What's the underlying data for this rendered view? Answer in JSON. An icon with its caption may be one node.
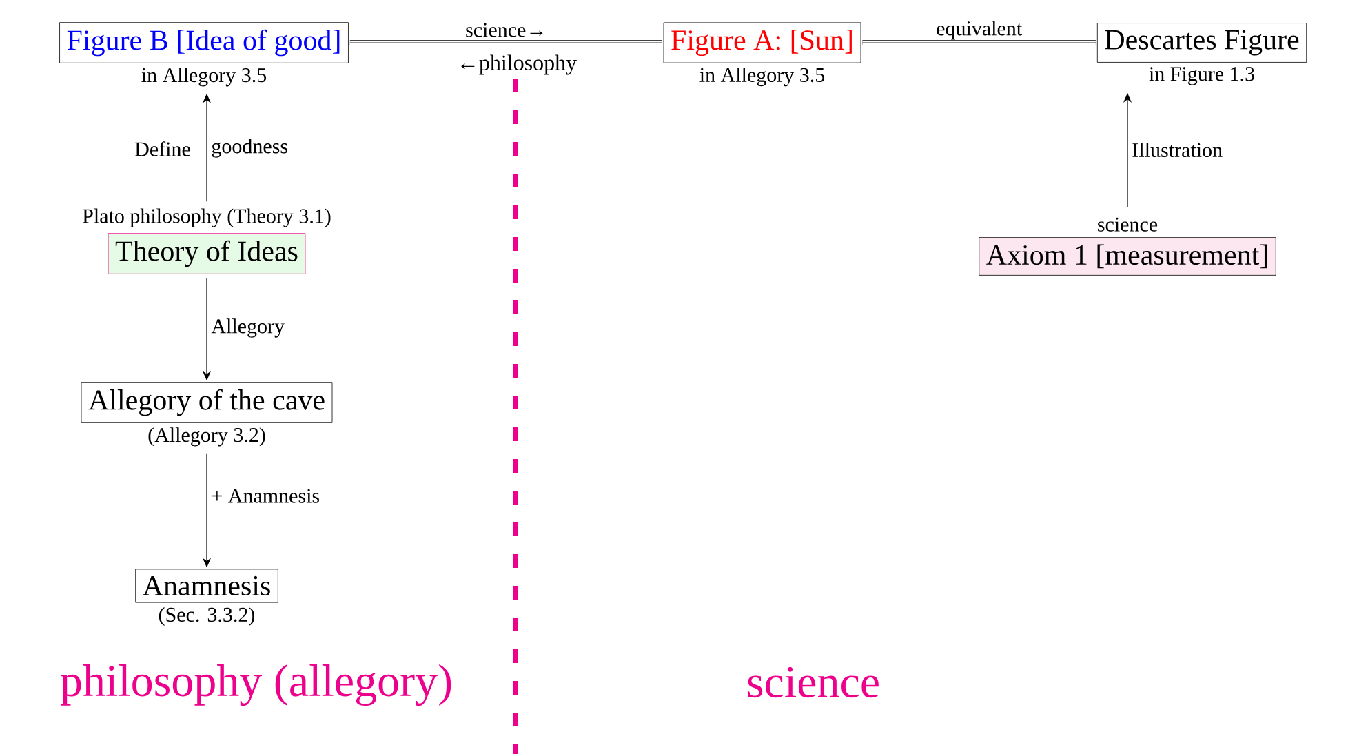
{
  "diagram": {
    "nodes": [
      {
        "text": [
          "Figure B [Idea of good]"
        ],
        "beside": [
          "in Allegory 3.5"
        ]
      },
      {
        "text": [
          "Figure A: [Sun]"
        ],
        "beside": [
          "in Allegory 3.5"
        ]
      },
      {
        "text": [
          "Descartes Figure"
        ],
        "beside": [
          "in Figure 1.3"
        ]
      },
      {
        "text": [
          "Theory of Ideas"
        ],
        "beside": [
          "Plato philosophy (Theory 3.1)"
        ]
      },
      {
        "text": [
          "Axiom 1 [measurement]"
        ],
        "beside": [
          "science"
        ]
      },
      {
        "text": [
          "Allegory of the cave"
        ],
        "beside": [
          "(Allegory 3.2)"
        ]
      },
      {
        "text": [
          "Anamnesis"
        ],
        "beside": [
          "(Sec. 3.3.2)"
        ]
      }
    ],
    "edges": [
      {
        "from": 0,
        "to": 1,
        "arrow": "none",
        "label": "science→",
        "style": "thick"
      },
      {
        "from": 1,
        "to": 2,
        "arrow": "none",
        "label": "equivalent",
        "style": "thick"
      },
      {
        "from": 3,
        "to": 0,
        "arrow": "to",
        "label": "goodness"
      },
      {
        "from": 4,
        "to": 2,
        "arrow": "to",
        "label": "Illustration"
      },
      {
        "from": 3,
        "to": 5,
        "arrow": "to",
        "label": "Allegory"
      },
      {
        "from": 5,
        "to": 6,
        "arrow": "to",
        "label": "+ Anamnesis"
      }
    ],
    "labels": [
      "←philosophy",
      "Define",
      "philosophy (allegory)",
      "science"
    ]
  }
}
